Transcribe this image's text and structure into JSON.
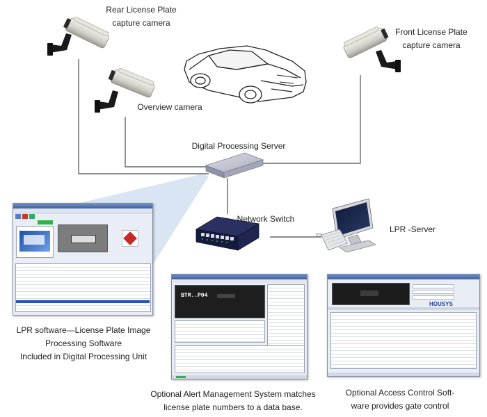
{
  "labels": {
    "rear_camera": [
      "Rear License Plate",
      "capture camera"
    ],
    "front_camera": [
      "Front License Plate",
      "capture camera"
    ],
    "overview_camera": "Overview camera",
    "server": "Digital Processing Server",
    "switch": "Network Switch",
    "lpr_server": "LPR -Server",
    "lpr_software": [
      "LPR software—License Plate Image",
      "Processing Software",
      "Included in Digital Processing Unit"
    ],
    "alert_system": [
      "Optional Alert Management System matches",
      "license plate numbers to a data base."
    ],
    "access_control": [
      "Optional Access Control Soft-",
      "ware provides gate control"
    ]
  },
  "screens": {
    "alert_plate": "BTM..P04",
    "access_brand": "HOUSYS"
  },
  "colors": {
    "line": "#666666",
    "camera_body": "#d8d8d0",
    "camera_mount": "#1a1a1a",
    "server_top": "#c7c9d6",
    "switch_body": "#151a3a",
    "port_led": "#3bd43b"
  }
}
